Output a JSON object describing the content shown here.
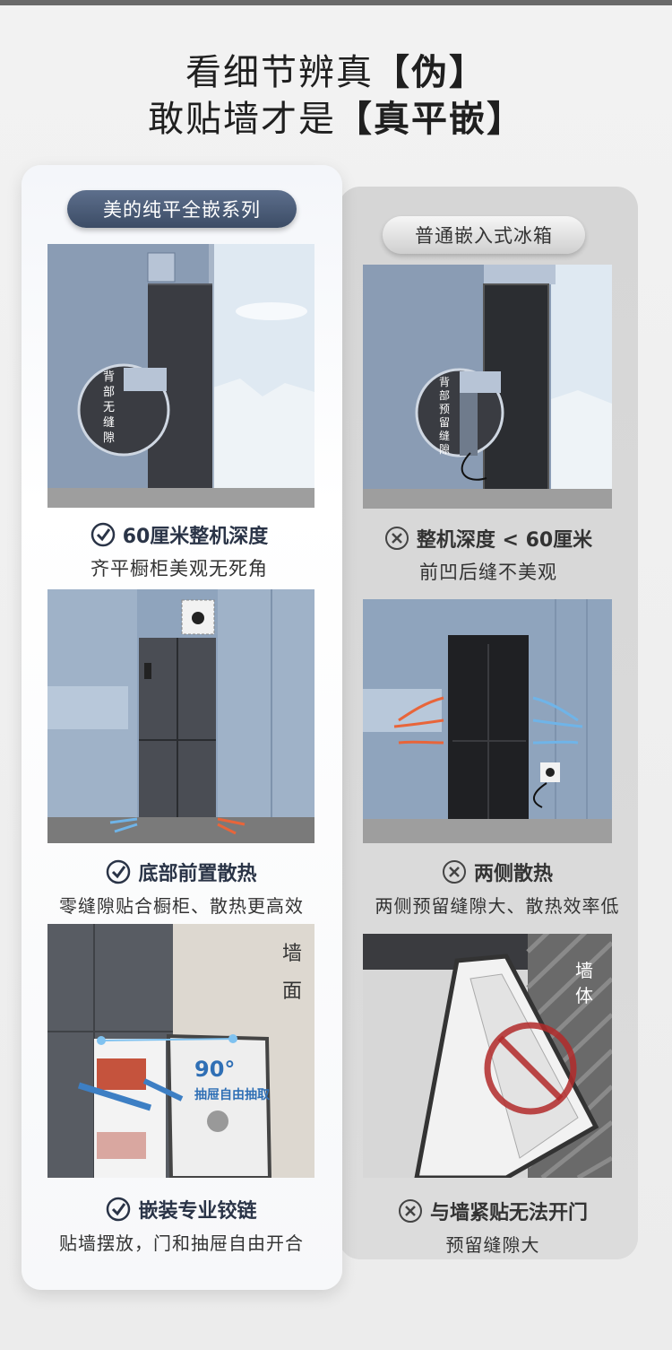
{
  "header": {
    "line1_normal": "看细节辨真",
    "line1_bold": "【伪】",
    "line2_normal": "敢贴墙才是",
    "line2_bold": "【真平嵌】"
  },
  "left_column": {
    "badge": "美的纯平全嵌系列",
    "items": [
      {
        "heading": "60厘米整机深度",
        "sub": "齐平橱柜美观无死角",
        "callout": "背部无缝隙"
      },
      {
        "heading": "底部前置散热",
        "sub": "零缝隙贴合橱柜、散热更高效"
      },
      {
        "heading": "嵌装专业铰链",
        "sub": "贴墙摆放，门和抽屉自由开合",
        "wall_label": "墙面",
        "angle": "90°",
        "angle_note": "抽屉自由抽取"
      }
    ]
  },
  "right_column": {
    "badge": "普通嵌入式冰箱",
    "items": [
      {
        "heading": "整机深度 < 60厘米",
        "sub": "前凹后缝不美观",
        "callout": "背部预留缝隙"
      },
      {
        "heading": "两侧散热",
        "sub": "两侧预留缝隙大、散热效率低"
      },
      {
        "heading": "与墙紧贴无法开门",
        "sub": "预留缝隙大",
        "wall_label": "墙体"
      }
    ]
  },
  "icons": {
    "positive": "check-circle-icon",
    "negative": "cross-circle-icon"
  },
  "colors": {
    "accent_blue": "#3c4c66",
    "wall_blue": "#7f94ad",
    "warm_arrow": "#e8653a",
    "cool_arrow": "#6fb4e8",
    "forbidden_red": "#b22a2a"
  }
}
